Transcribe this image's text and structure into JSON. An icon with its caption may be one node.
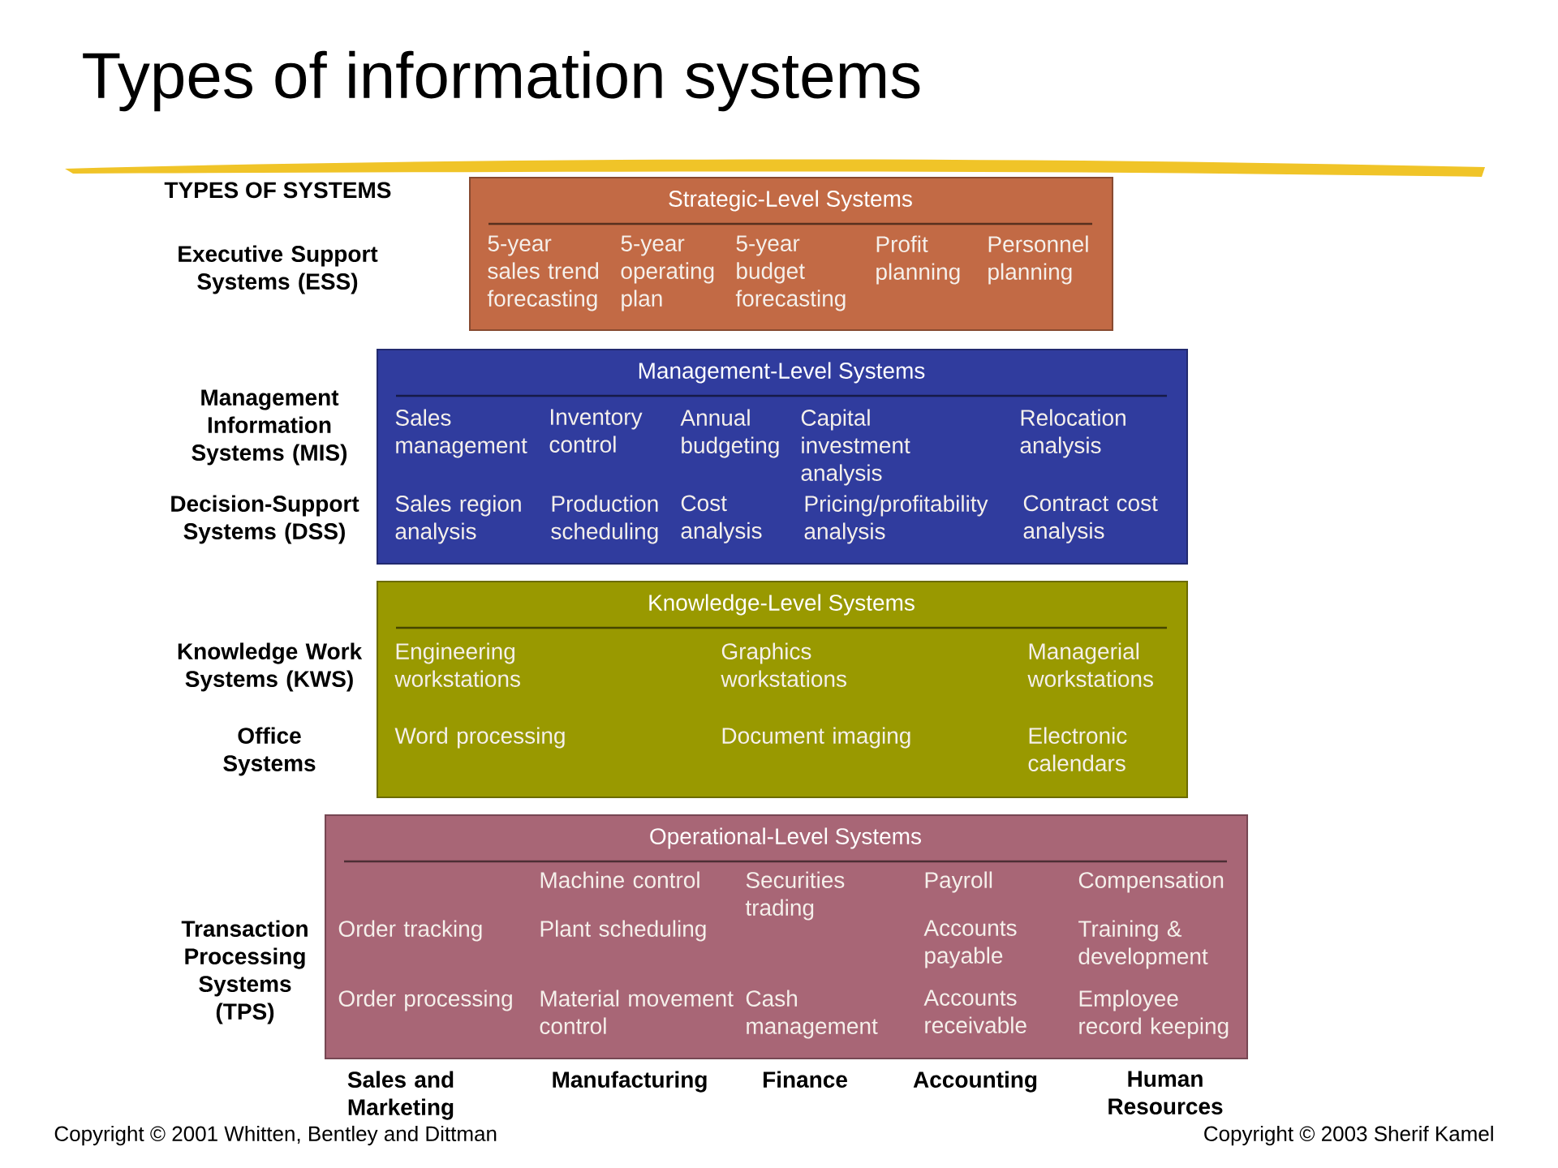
{
  "diagram": {
    "title": "Types of information systems",
    "nodes": [
      {
        "text": [
          "Strategic-Level Systems",
          "5-year sales trend forecasting",
          "5-year operating plan",
          "5-year budget forecasting",
          "Profit planning",
          "Personnel planning"
        ]
      },
      {
        "text": [
          "Management-Level Systems",
          "Sales management",
          "Inventory control",
          "Annual budgeting",
          "Capital investment analysis",
          "Relocation analysis",
          "Sales region analysis",
          "Production scheduling",
          "Cost analysis",
          "Pricing/profitability analysis",
          "Contract cost analysis"
        ]
      },
      {
        "text": [
          "Knowledge-Level Systems",
          "Engineering workstations",
          "Graphics workstations",
          "Managerial workstations",
          "Word processing",
          "Document imaging",
          "Electronic calendars"
        ]
      },
      {
        "text": [
          "Operational-Level Systems",
          "Machine control",
          "Securities trading",
          "Payroll",
          "Compensation",
          "Order tracking",
          "Plant scheduling",
          "Accounts payable",
          "Training & development",
          "Order processing",
          "Material movement control",
          "Cash management",
          "Accounts receivable",
          "Employee record keeping"
        ]
      }
    ],
    "labels": [
      "TYPES OF SYSTEMS",
      "Executive Support Systems (ESS)",
      "Management Information Systems (MIS)",
      "Decision-Support Systems (DSS)",
      "Knowledge Work Systems (KWS)",
      "Office Systems",
      "Transaction Processing Systems (TPS)",
      "Sales and Marketing",
      "Manufacturing",
      "Finance",
      "Accounting",
      "Human Resources",
      "Copyright © 2001 Whitten, Bentley and Dittman",
      "Copyright © 2003 Sherif Kamel"
    ]
  }
}
